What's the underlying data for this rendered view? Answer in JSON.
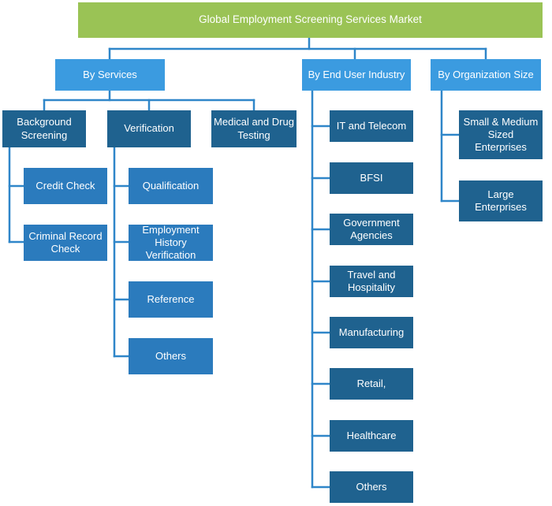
{
  "diagram": {
    "title": "Global Employment Screening Services Market",
    "categories": {
      "services": {
        "label": "By Services",
        "groups": {
          "background": {
            "label": "Background Screening",
            "items": [
              "Credit Check",
              "Criminal Record Check"
            ]
          },
          "verification": {
            "label": "Verification",
            "items": [
              "Qualification",
              "Employment History Verification",
              "Reference",
              "Others"
            ]
          },
          "medical": {
            "label": "Medical and Drug Testing"
          }
        }
      },
      "end_user": {
        "label": "By End User Industry",
        "items": [
          "IT and Telecom",
          "BFSI",
          "Government Agencies",
          "Travel and Hospitality",
          "Manufacturing",
          "Retail,",
          "Healthcare",
          "Others"
        ]
      },
      "org_size": {
        "label": "By Organization Size",
        "items": [
          "Small & Medium Sized Enterprises",
          "Large Enterprises"
        ]
      }
    }
  },
  "colors": {
    "root": "#9ac355",
    "level1": "#3b9be0",
    "level2": "#1f628f",
    "leaf": "#2b7bbd",
    "connector": "#2f86c9"
  }
}
